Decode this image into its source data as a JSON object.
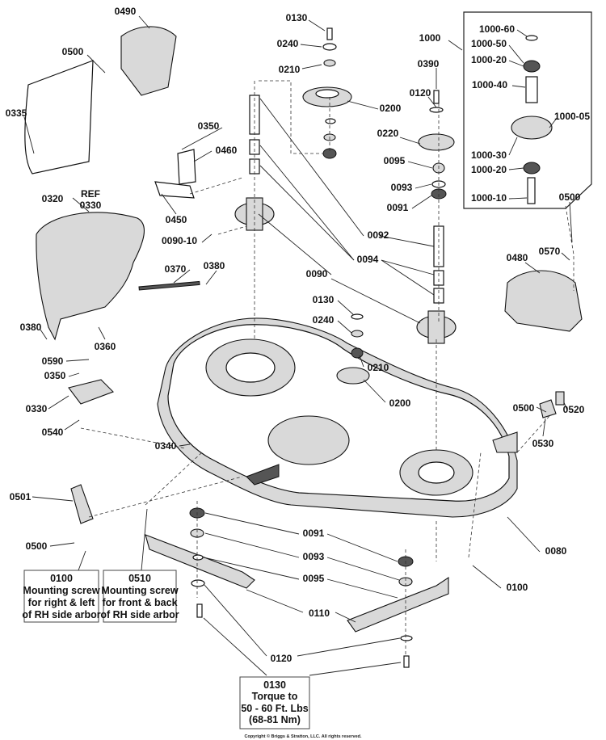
{
  "callouts": {
    "c0490": "0490",
    "c0500a": "0500",
    "c0335": "0335",
    "ref": "REF",
    "c0330ref": "0330",
    "c0350a": "0350",
    "c0460": "0460",
    "c0450": "0450",
    "c0320": "0320",
    "c0090_10": "0090-10",
    "c0370": "0370",
    "c0380a": "0380",
    "c0380b": "0380",
    "c0360": "0360",
    "c0590": "0590",
    "c0350b": "0350",
    "c0330": "0330",
    "c0540": "0540",
    "c0340": "0340",
    "c0501": "0501",
    "c0500b": "0500",
    "c0130a": "0130",
    "c0240a": "0240",
    "c0210a": "0210",
    "c0200a": "0200",
    "c0092": "0092",
    "c0094": "0094",
    "c0090": "0090",
    "c0130b": "0130",
    "c0240b": "0240",
    "c0210b": "0210",
    "c0200b": "0200",
    "c0095a": "0095",
    "c0093a": "0093",
    "c0091a": "0091",
    "c0390": "0390",
    "c0120a": "0120",
    "c0220": "0220",
    "c1000": "1000",
    "c1000_60": "1000-60",
    "c1000_50": "1000-50",
    "c1000_20a": "1000-20",
    "c1000_40": "1000-40",
    "c1000_05": "1000-05",
    "c1000_30": "1000-30",
    "c1000_20b": "1000-20",
    "c1000_10": "1000-10",
    "c0500c": "0500",
    "c0570": "0570",
    "c0480": "0480",
    "c0500d": "0500",
    "c0520": "0520",
    "c0530": "0530",
    "c0080": "0080",
    "c0100": "0100",
    "c0091b": "0091",
    "c0093b": "0093",
    "c0095b": "0095",
    "c0110": "0110",
    "c0120b": "0120"
  },
  "notes": {
    "box0100": [
      "0100",
      "Mounting screw",
      "for right & left",
      "of RH side arbor"
    ],
    "box0510": [
      "0510",
      "Mounting screw",
      "for front & back",
      "of RH side arbor"
    ],
    "box0130": [
      "0130",
      "Torque to",
      "50 - 60 Ft. Lbs",
      "(68-81 Nm)"
    ]
  },
  "copyright": "Copyright © Briggs & Stratton, LLC. All rights reserved."
}
